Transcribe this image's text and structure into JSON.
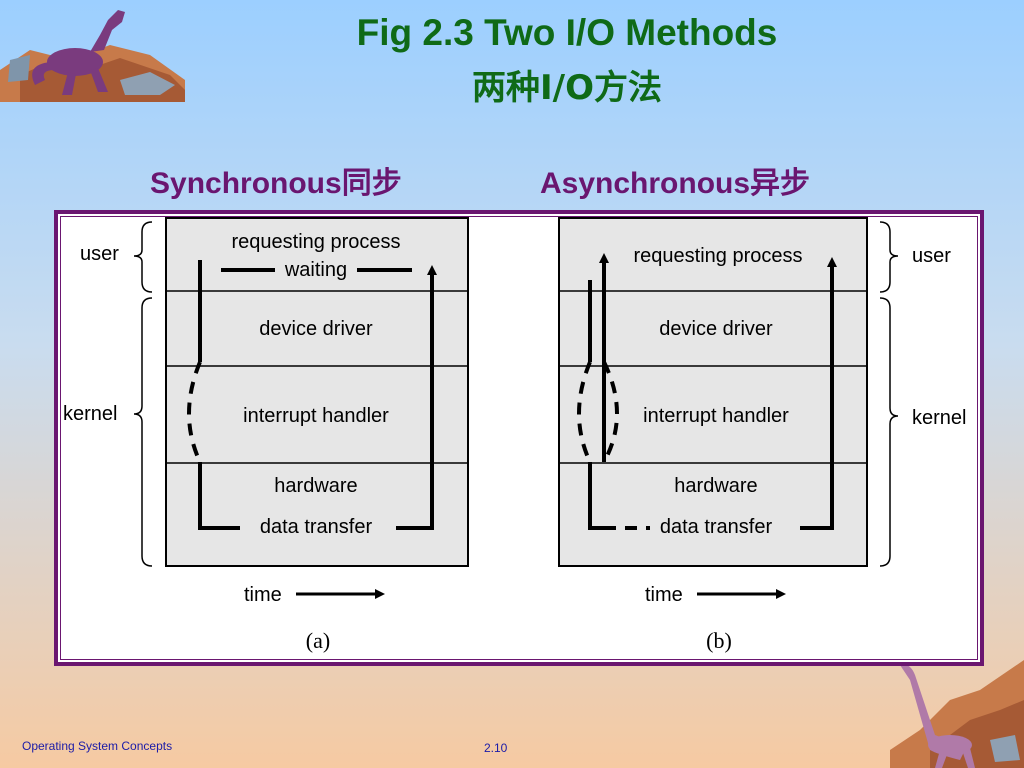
{
  "title": "Fig 2.3 Two I/O Methods",
  "title_cn": "两种I/O方法",
  "sync_heading": "Synchronous同步",
  "async_heading": "Asynchronous异步",
  "panel_a": {
    "user_label": "user",
    "kernel_label": "kernel",
    "layers": [
      "requesting process",
      "waiting",
      "device driver",
      "interrupt handler",
      "hardware",
      "data transfer"
    ],
    "time_label": "time",
    "caption": "(a)"
  },
  "panel_b": {
    "user_label": "user",
    "kernel_label": "kernel",
    "layers": [
      "requesting process",
      "device driver",
      "interrupt handler",
      "hardware",
      "data transfer"
    ],
    "time_label": "time",
    "caption": "(b)"
  },
  "footer": {
    "left": "Operating System Concepts",
    "page": "2.10"
  },
  "colors": {
    "title": "#0f6a17",
    "heading": "#6a1670",
    "footer": "#1b1ba8",
    "frame": "#6a1670"
  }
}
